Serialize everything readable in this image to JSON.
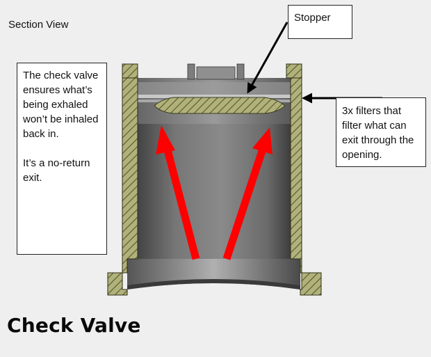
{
  "section_label": "Section View",
  "left_note": {
    "paragraph_1": "The check valve ensures what’s being exhaled won’t be inhaled back in.",
    "paragraph_2": "It’s a no-return exit."
  },
  "stopper_label": "Stopper",
  "filters_label": "3x filters that filter what can exit through the opening.",
  "title": "Check Valve",
  "colors": {
    "background": "#efefef",
    "hatch": "#a9aa6f",
    "metal": "#6f6f6f",
    "arrow_red": "#ff0000",
    "arrow_black": "#000000"
  }
}
